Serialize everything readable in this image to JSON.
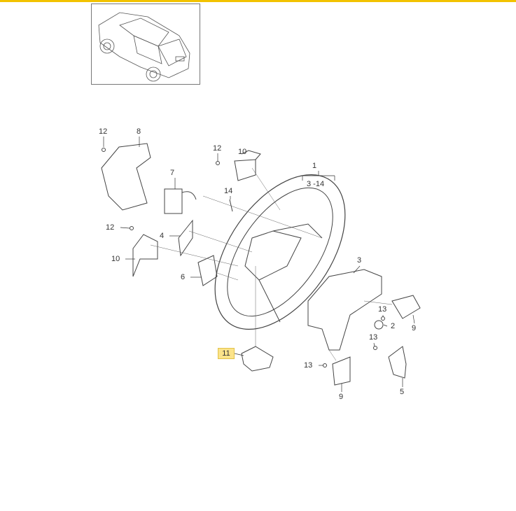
{
  "colors": {
    "accent": "#f2c200",
    "highlight": "#fbe38a"
  },
  "thumbnail": {
    "icon": "vehicle-overview-icon"
  },
  "callouts": [
    {
      "label": "12"
    },
    {
      "label": "8"
    },
    {
      "label": "12"
    },
    {
      "label": "10"
    },
    {
      "label": "7"
    },
    {
      "label": "1"
    },
    {
      "label": "3 -14"
    },
    {
      "label": "14"
    },
    {
      "label": "12"
    },
    {
      "label": "4"
    },
    {
      "label": "10"
    },
    {
      "label": "6"
    },
    {
      "label": "3"
    },
    {
      "label": "13"
    },
    {
      "label": "9"
    },
    {
      "label": "2"
    },
    {
      "label": "13"
    },
    {
      "label": "11",
      "highlighted": true
    },
    {
      "label": "13"
    },
    {
      "label": "9"
    },
    {
      "label": "5"
    }
  ]
}
